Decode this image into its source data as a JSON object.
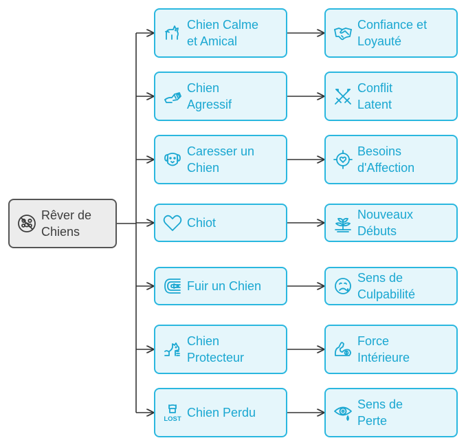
{
  "colors": {
    "accent": "#2ab7df",
    "accent_text": "#1aa7d1",
    "leaf_bg": "#e5f6fb",
    "root_bg": "#ececec",
    "root_border": "#555555",
    "connector": "#333333"
  },
  "root": {
    "label": "Rêver de\nChiens",
    "icon": "no-dog-icon"
  },
  "rows": [
    {
      "symbol": {
        "label": "Chien Calme\net Amical",
        "icon": "calm-dog-icon"
      },
      "meaning": {
        "label": "Confiance et\nLoyauté",
        "icon": "handshake-icon"
      }
    },
    {
      "symbol": {
        "label": "Chien\nAgressif",
        "icon": "aggressive-dog-icon"
      },
      "meaning": {
        "label": "Conflit\nLatent",
        "icon": "crossed-swords-icon"
      }
    },
    {
      "symbol": {
        "label": "Caresser un\nChien",
        "icon": "dog-face-icon"
      },
      "meaning": {
        "label": "Besoins\nd'Affection",
        "icon": "heart-target-icon"
      }
    },
    {
      "symbol": {
        "label": "Chiot",
        "icon": "heart-icon"
      },
      "meaning": {
        "label": "Nouveaux\nDébuts",
        "icon": "sprout-icon"
      }
    },
    {
      "symbol": {
        "label": "Fuir un Chien",
        "icon": "escape-icon"
      },
      "meaning": {
        "label": "Sens de\nCulpabilité",
        "icon": "sad-face-icon"
      }
    },
    {
      "symbol": {
        "label": "Chien\nProtecteur",
        "icon": "protector-dog-icon"
      },
      "meaning": {
        "label": "Force\nIntérieure",
        "icon": "flexed-arm-icon"
      }
    },
    {
      "symbol": {
        "label": "Chien Perdu",
        "icon": "lost-dog-icon"
      },
      "meaning": {
        "label": "Sens de\nPerte",
        "icon": "eye-tear-icon"
      }
    }
  ]
}
